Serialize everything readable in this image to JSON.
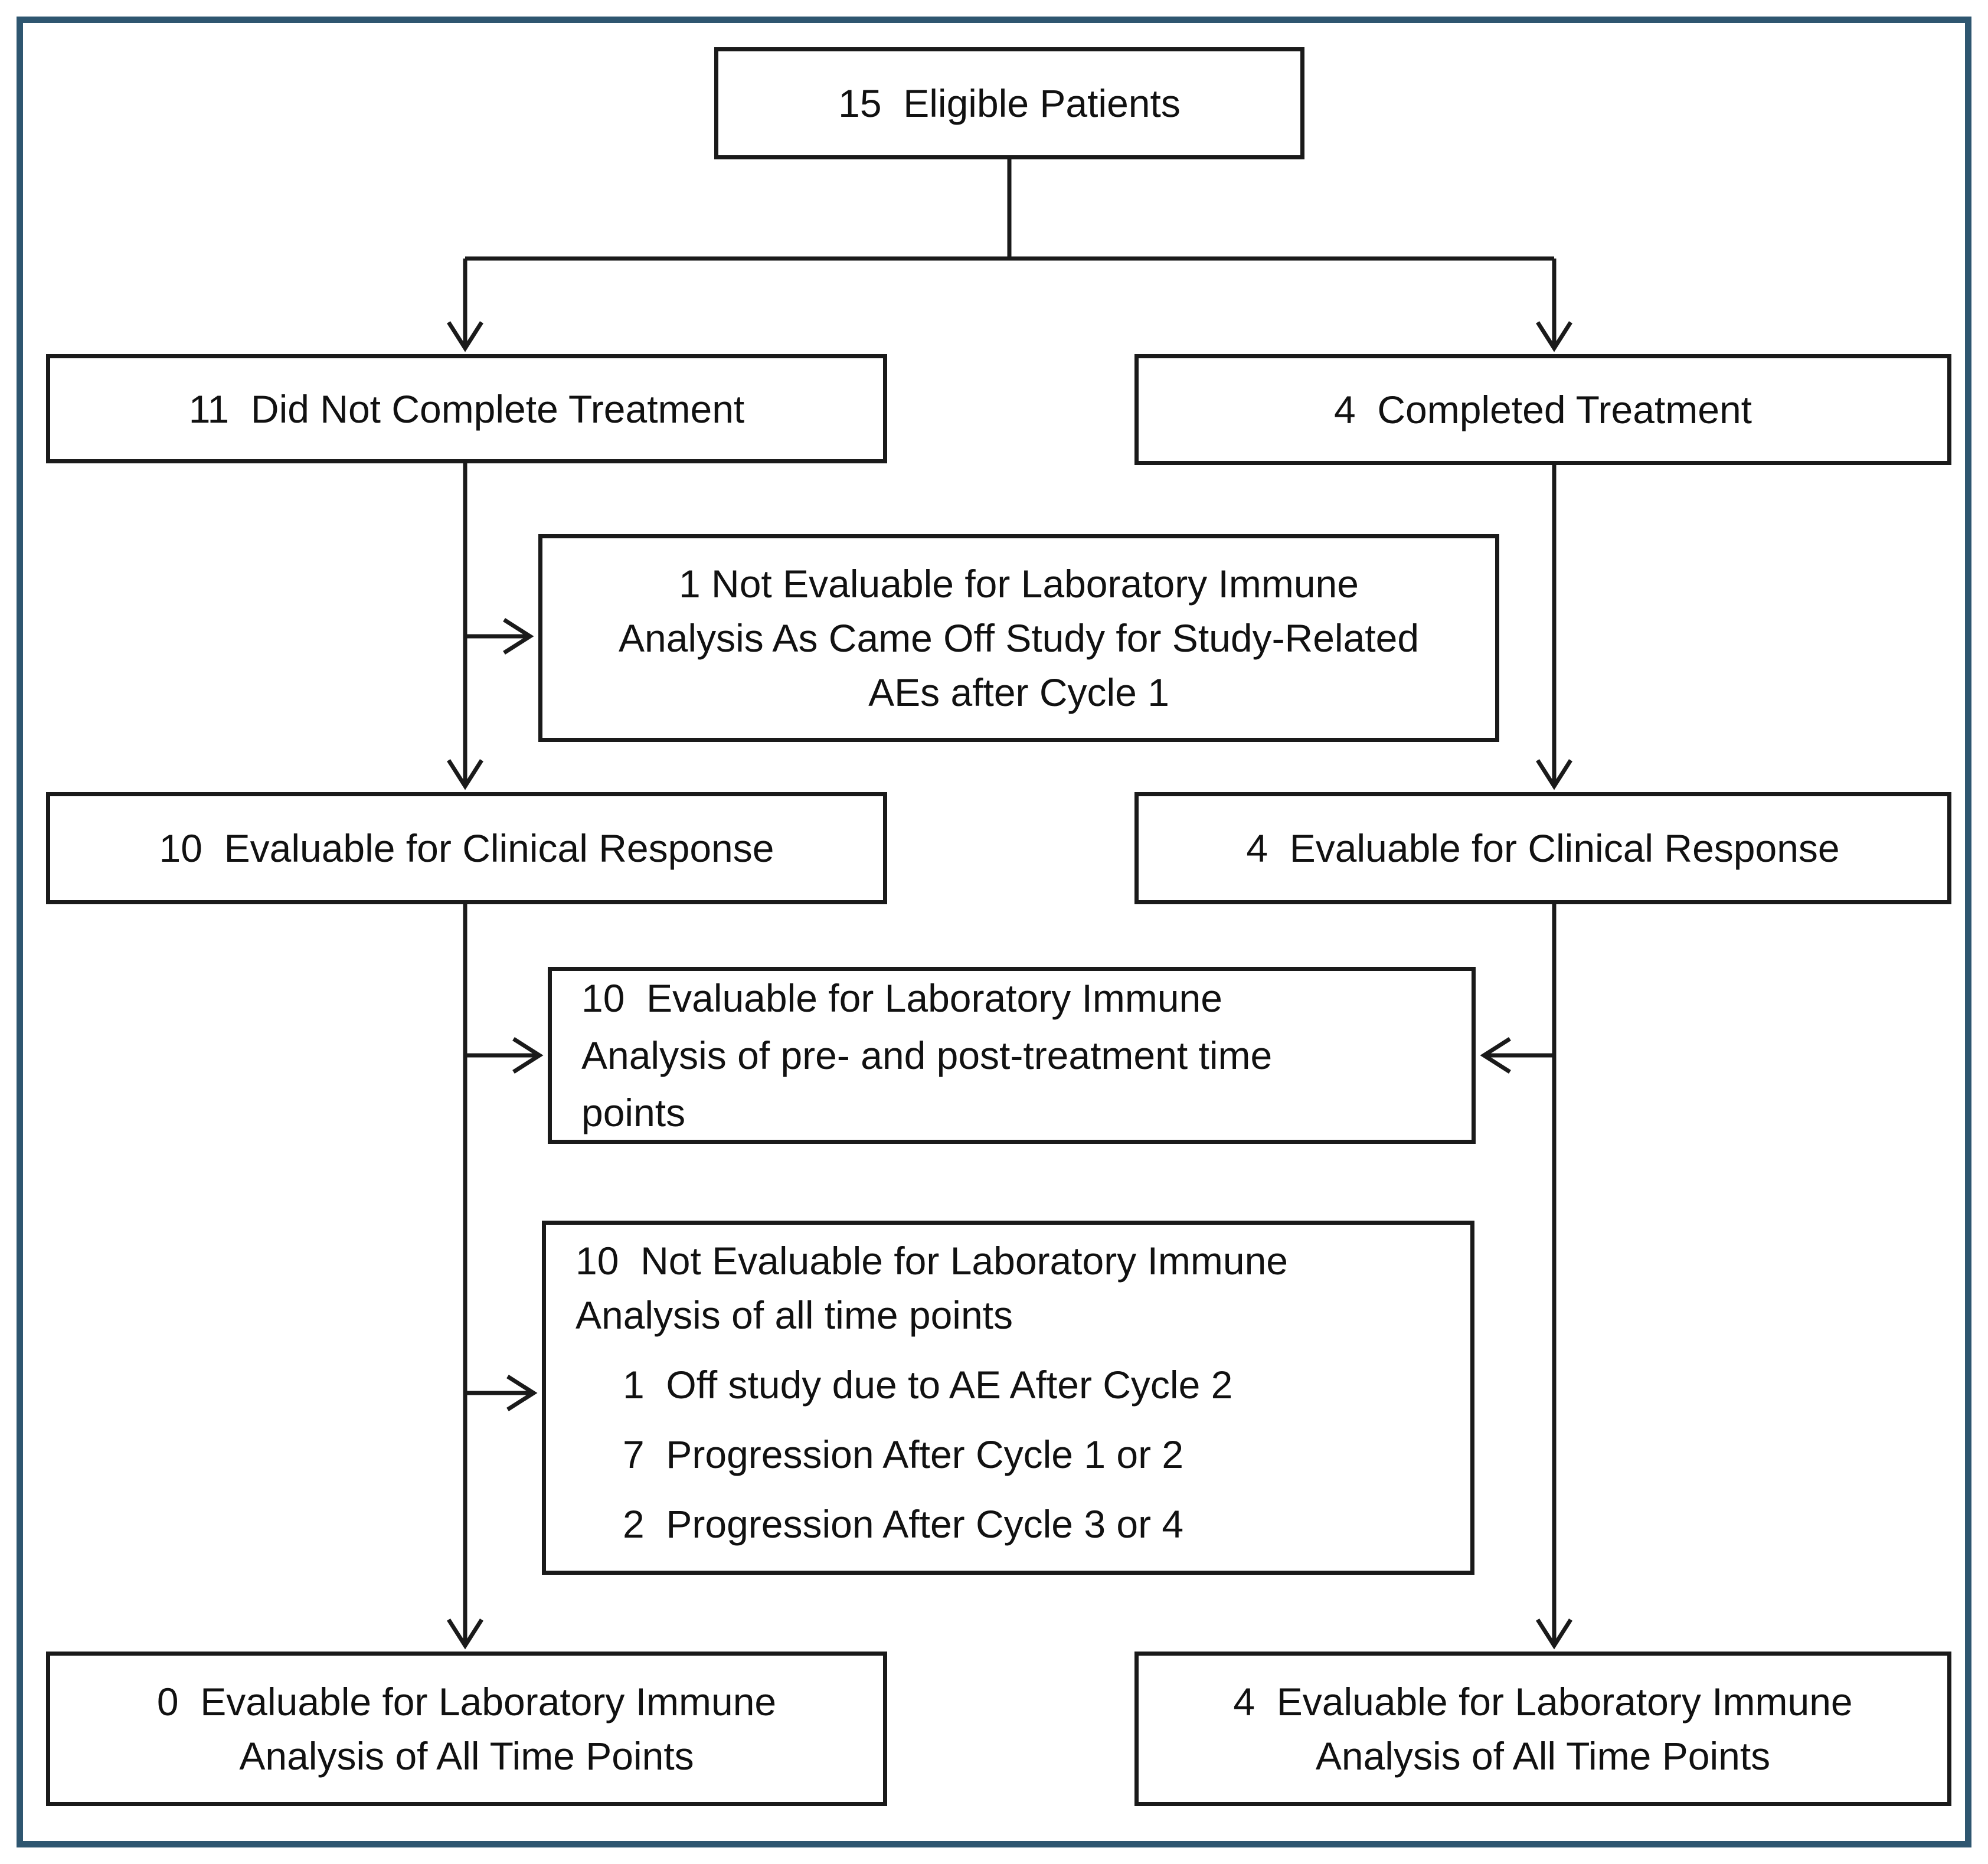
{
  "colors": {
    "outer_border": "#2e5670",
    "box_border": "#1a1a1a",
    "line_color": "#1a1a1a",
    "text": "#111111",
    "background": "#ffffff"
  },
  "nodes": {
    "eligible": {
      "lines": [
        "15  Eligible Patients"
      ]
    },
    "did_not_complete": {
      "lines": [
        "11  Did Not Complete Treatment"
      ]
    },
    "completed": {
      "lines": [
        "4  Completed Treatment"
      ]
    },
    "not_evaluable_ae": {
      "lines": [
        "1 Not Evaluable for Laboratory Immune",
        "Analysis As Came Off Study for Study-Related",
        "AEs after Cycle 1"
      ]
    },
    "evaluable_clinical_left": {
      "lines": [
        "10  Evaluable for Clinical Response"
      ]
    },
    "evaluable_clinical_right": {
      "lines": [
        "4  Evaluable for Clinical Response"
      ]
    },
    "evaluable_lab_prepost": {
      "lines": [
        "10  Evaluable for Laboratory Immune",
        "Analysis of pre- and post-treatment time",
        "points"
      ]
    },
    "not_evaluable_all": {
      "header_lines": [
        "10  Not Evaluable for Laboratory Immune",
        "Analysis of all time points"
      ],
      "items": [
        "1  Off study due to AE After Cycle 2",
        "7  Progression After Cycle 1 or 2",
        "2  Progression After Cycle 3 or 4"
      ]
    },
    "evaluable_all_left": {
      "lines": [
        "0  Evaluable for Laboratory Immune",
        "Analysis of All Time Points"
      ]
    },
    "evaluable_all_right": {
      "lines": [
        "4  Evaluable for Laboratory Immune",
        "Analysis of All Time Points"
      ]
    }
  },
  "edges": [
    {
      "from": "eligible",
      "to": "did_not_complete"
    },
    {
      "from": "eligible",
      "to": "completed"
    },
    {
      "from": "did_not_complete",
      "to": "not_evaluable_ae"
    },
    {
      "from": "did_not_complete",
      "to": "evaluable_clinical_left"
    },
    {
      "from": "completed",
      "to": "evaluable_clinical_right"
    },
    {
      "from": "evaluable_clinical_left",
      "to": "evaluable_lab_prepost"
    },
    {
      "from": "evaluable_clinical_right",
      "to": "evaluable_lab_prepost"
    },
    {
      "from": "evaluable_clinical_left",
      "to": "not_evaluable_all"
    },
    {
      "from": "evaluable_clinical_left",
      "to": "evaluable_all_left"
    },
    {
      "from": "evaluable_clinical_right",
      "to": "evaluable_all_right"
    }
  ]
}
